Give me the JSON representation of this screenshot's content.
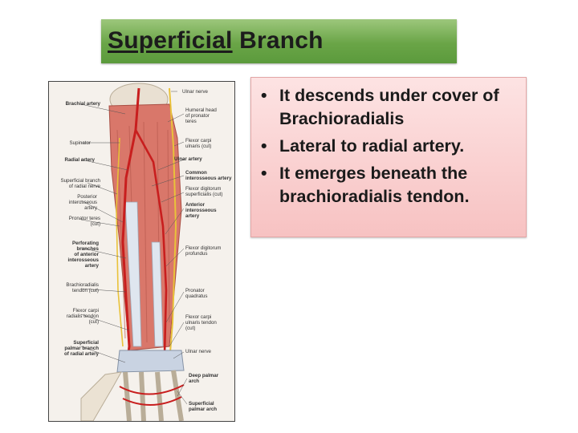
{
  "title": {
    "underlined": "Superficial",
    "rest": " Branch",
    "background": "#6aa547"
  },
  "bullets": [
    "It descends under cover of Brachioradialis",
    "Lateral to radial artery.",
    "It emerges beneath the brachioradialis tendon."
  ],
  "textbox_colors": {
    "top": "#fde3e3",
    "bottom": "#f7c2c2"
  },
  "figure": {
    "left_labels": [
      {
        "text": "Brachial artery",
        "bold": true
      },
      {
        "text": "Supinator",
        "bold": false
      },
      {
        "text": "Radial artery",
        "bold": true
      },
      {
        "text": "Superficial branch\nof radial nerve",
        "bold": false
      },
      {
        "text": "Posterior\ninterosseous\nartery",
        "bold": false
      },
      {
        "text": "Pronator teres\n(cut)",
        "bold": false
      },
      {
        "text": "Perforating\nbranches\nof anterior\ninterosseous\nartery",
        "bold": true
      },
      {
        "text": "Brachioradialis\ntendon (cut)",
        "bold": false
      },
      {
        "text": "Flexor carpi\nradialis tendon\n(cut)",
        "bold": false
      },
      {
        "text": "Superficial\npalmar branch\nof radial artery",
        "bold": true
      }
    ],
    "right_labels": [
      {
        "text": "Ulnar nerve",
        "bold": false
      },
      {
        "text": "Humeral head\nof pronator\nteres",
        "bold": false
      },
      {
        "text": "Flexor carpi\nulnaris (cut)",
        "bold": false
      },
      {
        "text": "Ulnar artery",
        "bold": true
      },
      {
        "text": "Common\ninterosseous artery",
        "bold": true
      },
      {
        "text": "Flexor digitorum\nsuperficialis (cut)",
        "bold": false
      },
      {
        "text": "Anterior\ninterosseous\nartery",
        "bold": true
      },
      {
        "text": "Flexor digitorum\nprofundus",
        "bold": false
      },
      {
        "text": "Pronator\nquadratus",
        "bold": false
      },
      {
        "text": "Flexor carpi\nulnaris tendon\n(cut)",
        "bold": false
      },
      {
        "text": "Ulnar nerve",
        "bold": false
      },
      {
        "text": "Deep palmar\narch",
        "bold": true
      },
      {
        "text": "Superficial\npalmar arch",
        "bold": true
      }
    ]
  }
}
